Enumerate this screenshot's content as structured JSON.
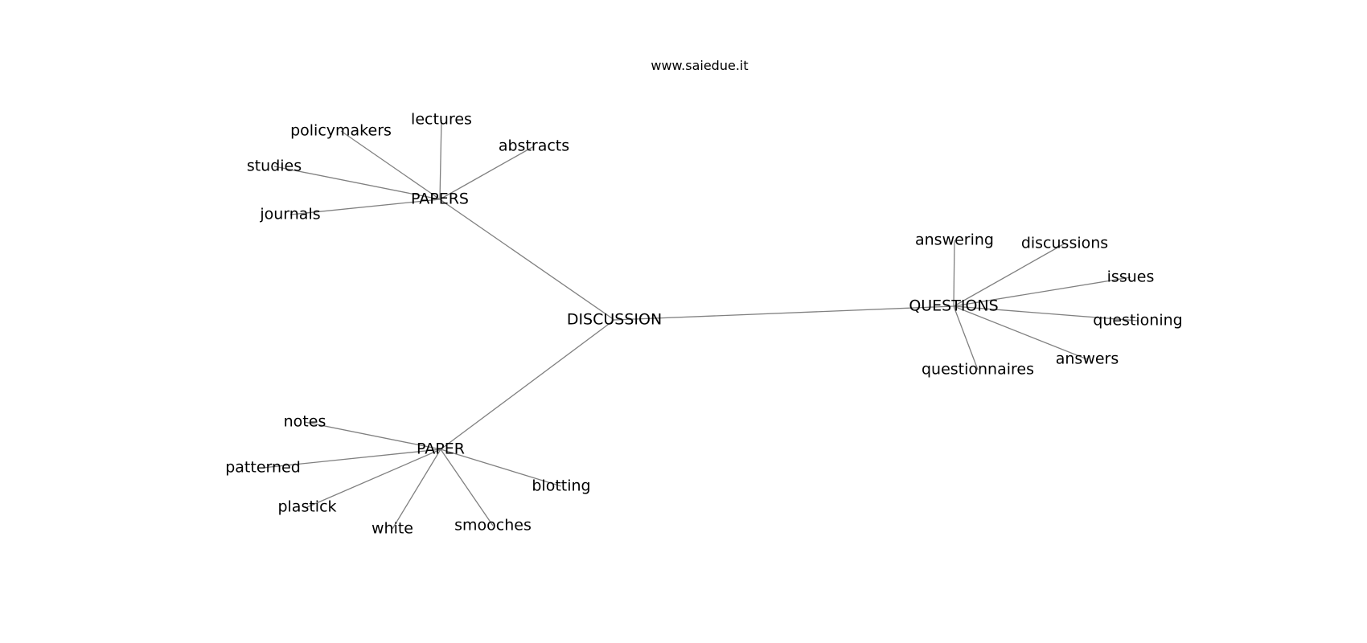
{
  "header": {
    "site": "www.saiedue.it"
  },
  "nodes": [
    {
      "id": "discussion",
      "label": "DISCUSSION"
    },
    {
      "id": "papers",
      "label": "PAPERS"
    },
    {
      "id": "policymakers",
      "label": "policymakers"
    },
    {
      "id": "lectures",
      "label": "lectures"
    },
    {
      "id": "abstracts",
      "label": "abstracts"
    },
    {
      "id": "studies",
      "label": "studies"
    },
    {
      "id": "journals",
      "label": "journals"
    },
    {
      "id": "questions",
      "label": "QUESTIONS"
    },
    {
      "id": "answering",
      "label": "answering"
    },
    {
      "id": "discussions",
      "label": "discussions"
    },
    {
      "id": "issues",
      "label": "issues"
    },
    {
      "id": "questioning",
      "label": "questioning"
    },
    {
      "id": "answers",
      "label": "answers"
    },
    {
      "id": "questionnaires",
      "label": "questionnaires"
    },
    {
      "id": "paper",
      "label": "PAPER"
    },
    {
      "id": "notes",
      "label": "notes"
    },
    {
      "id": "patterned",
      "label": "patterned"
    },
    {
      "id": "plastick",
      "label": "plastick"
    },
    {
      "id": "white",
      "label": "white"
    },
    {
      "id": "smooches",
      "label": "smooches"
    },
    {
      "id": "blotting",
      "label": "blotting"
    }
  ],
  "edges": [
    {
      "from": "discussion",
      "to": "papers"
    },
    {
      "from": "discussion",
      "to": "questions"
    },
    {
      "from": "discussion",
      "to": "paper"
    },
    {
      "from": "papers",
      "to": "policymakers"
    },
    {
      "from": "papers",
      "to": "lectures"
    },
    {
      "from": "papers",
      "to": "abstracts"
    },
    {
      "from": "papers",
      "to": "studies"
    },
    {
      "from": "papers",
      "to": "journals"
    },
    {
      "from": "questions",
      "to": "answering"
    },
    {
      "from": "questions",
      "to": "discussions"
    },
    {
      "from": "questions",
      "to": "issues"
    },
    {
      "from": "questions",
      "to": "questioning"
    },
    {
      "from": "questions",
      "to": "answers"
    },
    {
      "from": "questions",
      "to": "questionnaires"
    },
    {
      "from": "paper",
      "to": "notes"
    },
    {
      "from": "paper",
      "to": "patterned"
    },
    {
      "from": "paper",
      "to": "plastick"
    },
    {
      "from": "paper",
      "to": "white"
    },
    {
      "from": "paper",
      "to": "smooches"
    },
    {
      "from": "paper",
      "to": "blotting"
    }
  ]
}
